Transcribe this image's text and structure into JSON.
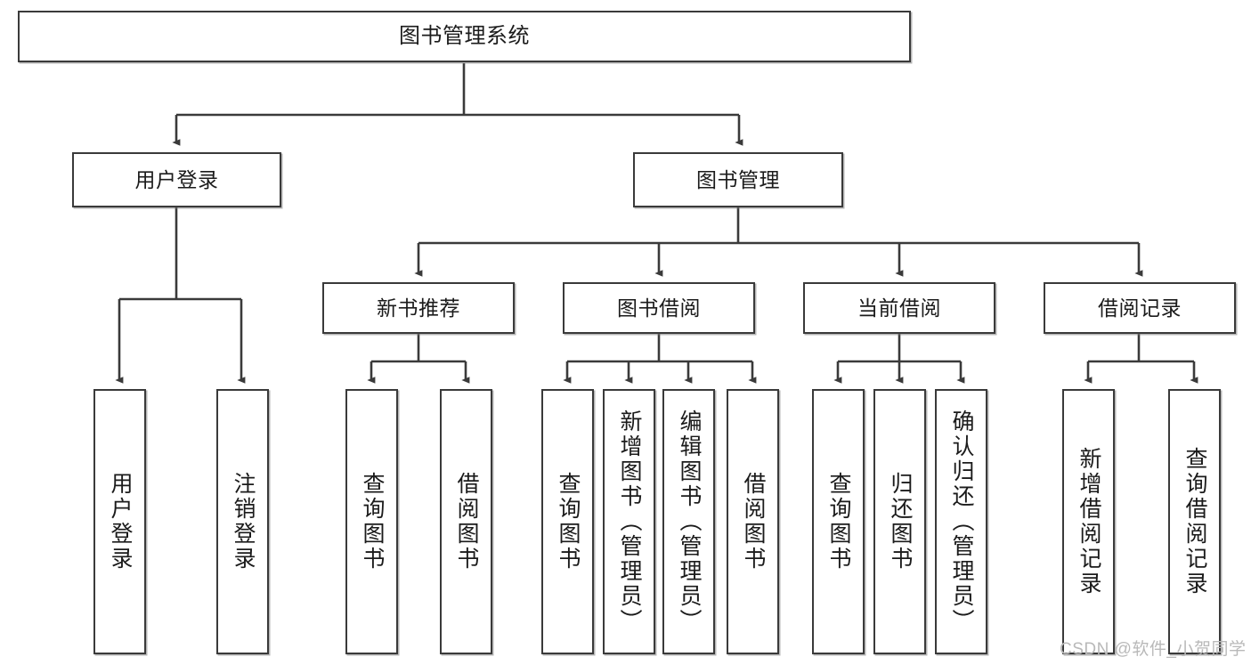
{
  "diagram": {
    "title_text": "图书管理系统",
    "type": "tree-hierarchy",
    "stroke_color": "#3a3a3a",
    "background_color": "#ffffff",
    "text_color": "#1b1b1b",
    "nodes": {
      "root": {
        "label": "图书管理系统"
      },
      "level1": [
        {
          "label": "用户登录"
        },
        {
          "label": "图书管理"
        }
      ],
      "level2": [
        {
          "label": "新书推荐"
        },
        {
          "label": "图书借阅"
        },
        {
          "label": "当前借阅"
        },
        {
          "label": "借阅记录"
        }
      ],
      "leaves_user_login": [
        {
          "label": "用户登录"
        },
        {
          "label": "注销登录"
        }
      ],
      "leaves_new_book": [
        {
          "label": "查询图书"
        },
        {
          "label": "借阅图书"
        }
      ],
      "leaves_borrow": [
        {
          "label": "查询图书"
        },
        {
          "label": "新增图书（管理员）"
        },
        {
          "label": "编辑图书（管理员）"
        },
        {
          "label": "借阅图书"
        }
      ],
      "leaves_current": [
        {
          "label": "查询图书"
        },
        {
          "label": "归还图书"
        },
        {
          "label": "确认归还（管理员）"
        }
      ],
      "leaves_record": [
        {
          "label": "新增借阅记录"
        },
        {
          "label": "查询借阅记录"
        }
      ]
    }
  },
  "watermark": {
    "text": "CSDN @软件_小贺同学"
  }
}
